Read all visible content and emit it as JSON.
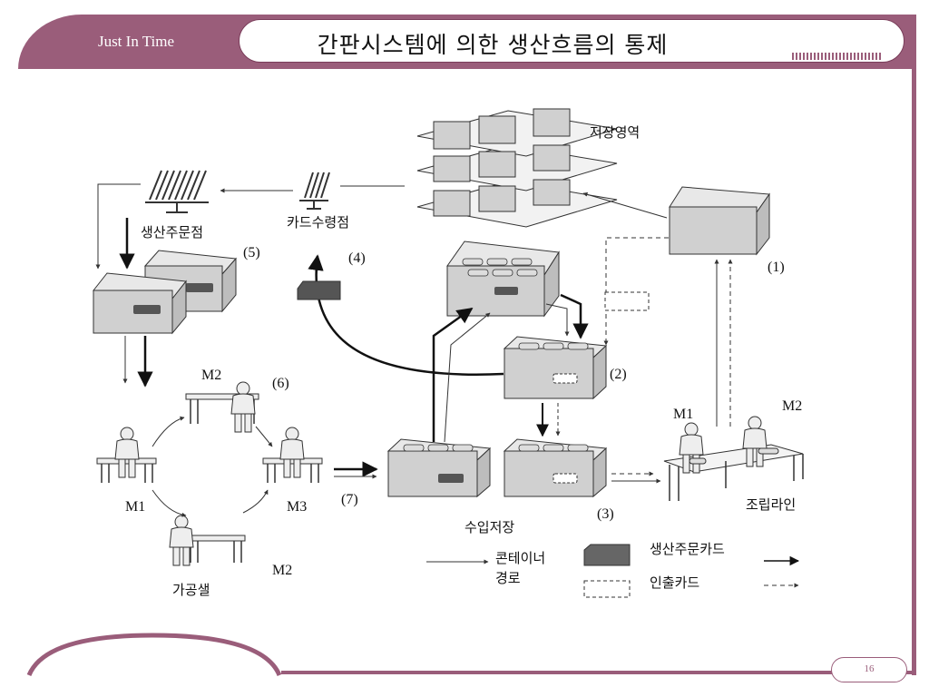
{
  "header": {
    "subtitle": "Just In Time",
    "title": "간판시스템에 의한 생산흐름의 통제"
  },
  "diagram": {
    "storage_area": "저장영역",
    "card_receiving_post": "카드수령점",
    "production_order_post": "생산주문점",
    "processing_cell": "가공샐",
    "inbound_storage": "수입저장",
    "assembly_line": "조립라인",
    "workers": {
      "m1_left": "M1",
      "m2_top": "M2",
      "m3": "M3",
      "m2_bottom": "M2",
      "m1_line": "M1",
      "m2_line": "M2"
    },
    "steps": [
      "(1)",
      "(2)",
      "(3)",
      "(4)",
      "(5)",
      "(6)",
      "(7)"
    ]
  },
  "legend": {
    "container_route_1": "콘테이너",
    "container_route_2": "경로",
    "production_card": "생산주문카드",
    "withdrawal_card": "인출카드"
  },
  "footer": {
    "page_number": "16"
  }
}
